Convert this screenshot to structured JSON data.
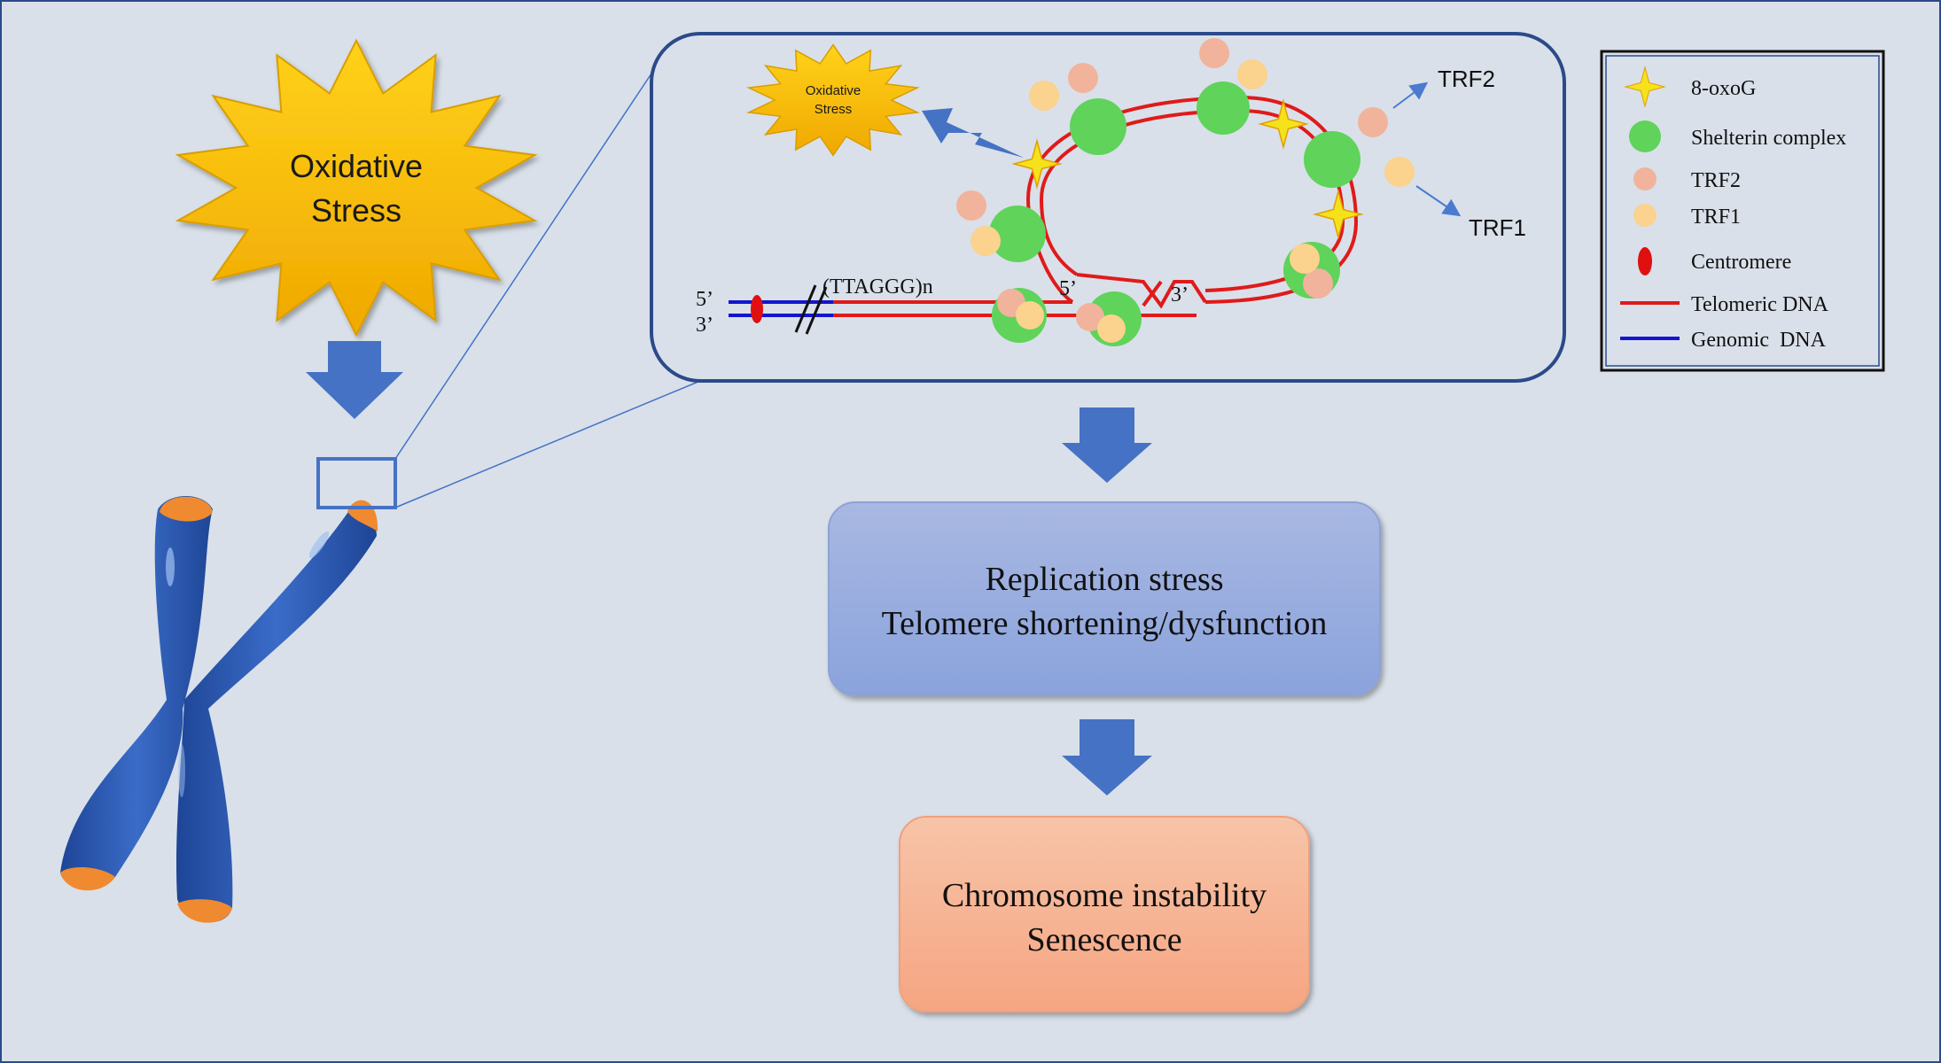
{
  "stress_main": {
    "line1": "Oxidative",
    "line2": "Stress"
  },
  "stress_small": {
    "line1": "Oxidative",
    "line2": "Stress"
  },
  "inset": {
    "label_5prime_left": "5’",
    "label_3prime_left": "3’",
    "repeat_label": "(TTAGGG)n",
    "label_5prime_loop": "5’",
    "label_3prime_loop": "3’",
    "trf2_callout": "TRF2",
    "trf1_callout": "TRF1"
  },
  "legend": {
    "items": [
      {
        "label": "8-oxoG",
        "icon": "star-icon",
        "color": "#f6e21c"
      },
      {
        "label": "Shelterin complex",
        "icon": "circle-icon",
        "color": "#5fd35a"
      },
      {
        "label": "TRF2",
        "icon": "circle-icon",
        "color": "#f1b39c"
      },
      {
        "label": "TRF1",
        "icon": "circle-icon",
        "color": "#fbd28e"
      },
      {
        "label": "Centromere",
        "icon": "ellipse-icon",
        "color": "#e01010"
      },
      {
        "label": "Telomeric DNA",
        "icon": "line-icon",
        "color": "#e01a1a"
      },
      {
        "label": "Genomic  DNA",
        "icon": "line-icon",
        "color": "#1414d0"
      }
    ]
  },
  "outcome1": {
    "line1": "Replication stress",
    "line2": "Telomere shortening/dysfunction"
  },
  "outcome2": {
    "line1": "Chromosome instability",
    "line2": "Senescence"
  }
}
